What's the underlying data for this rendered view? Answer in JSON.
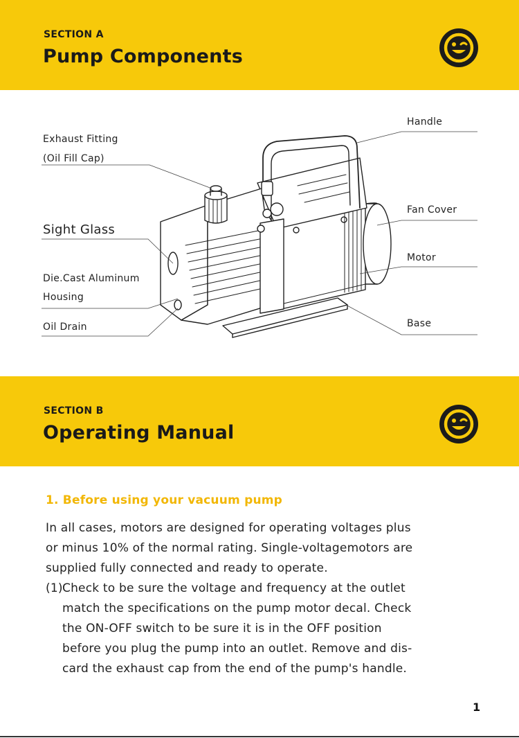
{
  "section_a": {
    "label": "SECTION A",
    "title": "Pump Components"
  },
  "diagram": {
    "labels": {
      "exhaust_fitting": "Exhaust Fitting",
      "oil_fill_cap": "(Oil Fill Cap)",
      "sight_glass": "Sight Glass",
      "housing_line1": "Die.Cast Aluminum",
      "housing_line2": "Housing",
      "oil_drain": "Oil Drain",
      "handle": "Handle",
      "fan_cover": "Fan Cover",
      "motor": "Motor",
      "base": "Base"
    }
  },
  "section_b": {
    "label": "SECTION B",
    "title": "Operating Manual"
  },
  "manual": {
    "heading": "1. Before using your vacuum pump",
    "intro_lines": [
      "In all cases, motors are designed for operating voltages plus",
      "or minus 10% of the normal rating. Single-voltagemotors are",
      "supplied fully connected and ready to operate."
    ],
    "item1_number": "(1)",
    "item1_lines": [
      "Check to be sure the voltage and frequency at the outlet",
      "match the specifications on the pump motor decal. Check",
      "the ON-OFF switch to be sure it is in the OFF position",
      "before you plug the pump into an outlet. Remove and dis-",
      "card the exhaust cap from the end of the pump's handle."
    ]
  },
  "page_number": "1",
  "colors": {
    "accent": "#f7c90a",
    "heading": "#f2b705",
    "text": "#222222"
  }
}
